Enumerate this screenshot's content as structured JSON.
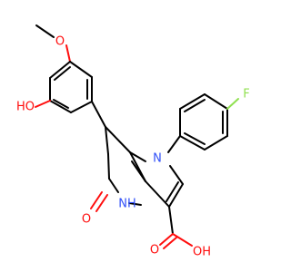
{
  "molecule": {
    "atoms": {
      "methoxy_o": {
        "label": "O",
        "color": "#ff0d0d"
      },
      "phenol_oh": {
        "label": "HO",
        "color": "#ff0d0d"
      },
      "fluorine": {
        "label": "F",
        "color": "#90e050"
      },
      "ring_n": {
        "label": "N",
        "color": "#3050f8"
      },
      "amide_nh": {
        "label": "NH",
        "color": "#3050f8"
      },
      "lactam_o": {
        "label": "O",
        "color": "#ff0d0d"
      },
      "acid_o": {
        "label": "O",
        "color": "#ff0d0d"
      },
      "acid_oh": {
        "label": "OH",
        "color": "#ff0d0d"
      }
    }
  }
}
